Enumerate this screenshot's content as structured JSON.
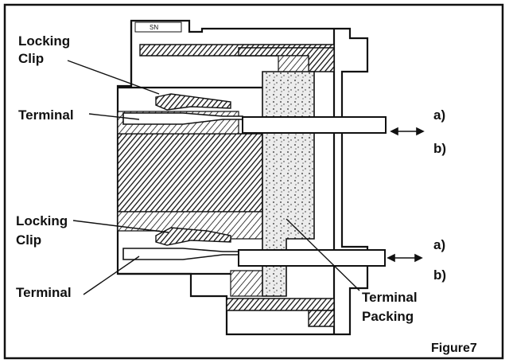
{
  "labels": {
    "locking_clip_top": [
      "Locking",
      "Clip"
    ],
    "terminal_top": "Terminal",
    "locking_clip_bottom": [
      "Locking",
      "Clip"
    ],
    "terminal_bottom": "Terminal",
    "terminal_packing": [
      "Terminal",
      "Packing"
    ],
    "top_a": "a)",
    "top_b": "b)",
    "bottom_a": "a)",
    "bottom_b": "b)",
    "figure": "Figure7"
  },
  "stamp": "SN",
  "colors": {
    "ink": "#111111",
    "paper": "#ffffff",
    "packing": "#e8e8e8"
  }
}
